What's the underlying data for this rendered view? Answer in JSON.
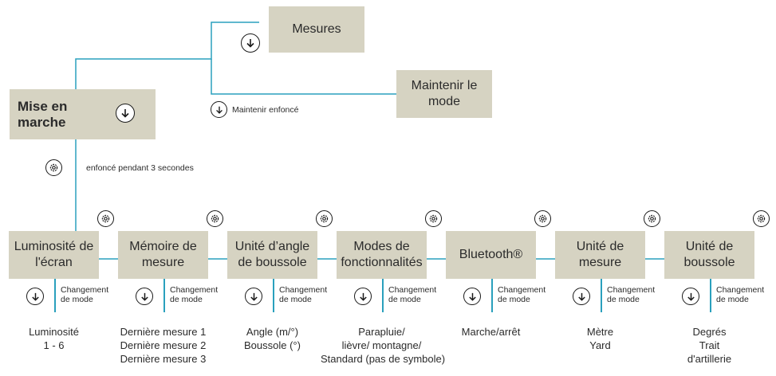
{
  "power": {
    "label_1": "Mise en",
    "label_2": "marche"
  },
  "measures": {
    "label": "Mesures"
  },
  "hold_mode": {
    "label_1": "Maintenir le",
    "label_2": "mode"
  },
  "hold_note": "Maintenir enfoncé",
  "gear_note": "enfoncé pendant 3 secondes",
  "change_line_1": "Changement",
  "change_line_2": "de mode",
  "settings": [
    {
      "title_1": "Luminosité de",
      "title_2": "l'écran",
      "results": [
        "Luminosité",
        "1 - 6"
      ]
    },
    {
      "title_1": "Mémoire de",
      "title_2": "mesure",
      "results": [
        "Dernière mesure 1",
        "Dernière mesure 2",
        "Dernière mesure 3"
      ]
    },
    {
      "title_1": "Unité d’angle",
      "title_2": "de boussole",
      "results": [
        "Angle (m/°)",
        "Boussole (°)"
      ]
    },
    {
      "title_1": "Modes de",
      "title_2": "fonctionnalités",
      "results": [
        "Parapluie/",
        "lièvre/ montagne/",
        "Standard (pas de symbole)"
      ]
    },
    {
      "title_1": "Bluetooth®",
      "title_2": "",
      "results": [
        "Marche/arrêt"
      ]
    },
    {
      "title_1": "Unité de",
      "title_2": "mesure",
      "results": [
        "Mètre",
        "Yard"
      ]
    },
    {
      "title_1": "Unité de",
      "title_2": "boussole",
      "results": [
        "Degrés",
        "Trait",
        "d'artillerie"
      ]
    }
  ],
  "colors": {
    "box": "#d6d3c2",
    "line": "#2aa0bd",
    "text": "#2b2b2b"
  },
  "icons": {
    "down": "down-arrow-circle-icon",
    "gear": "gear-icon"
  }
}
